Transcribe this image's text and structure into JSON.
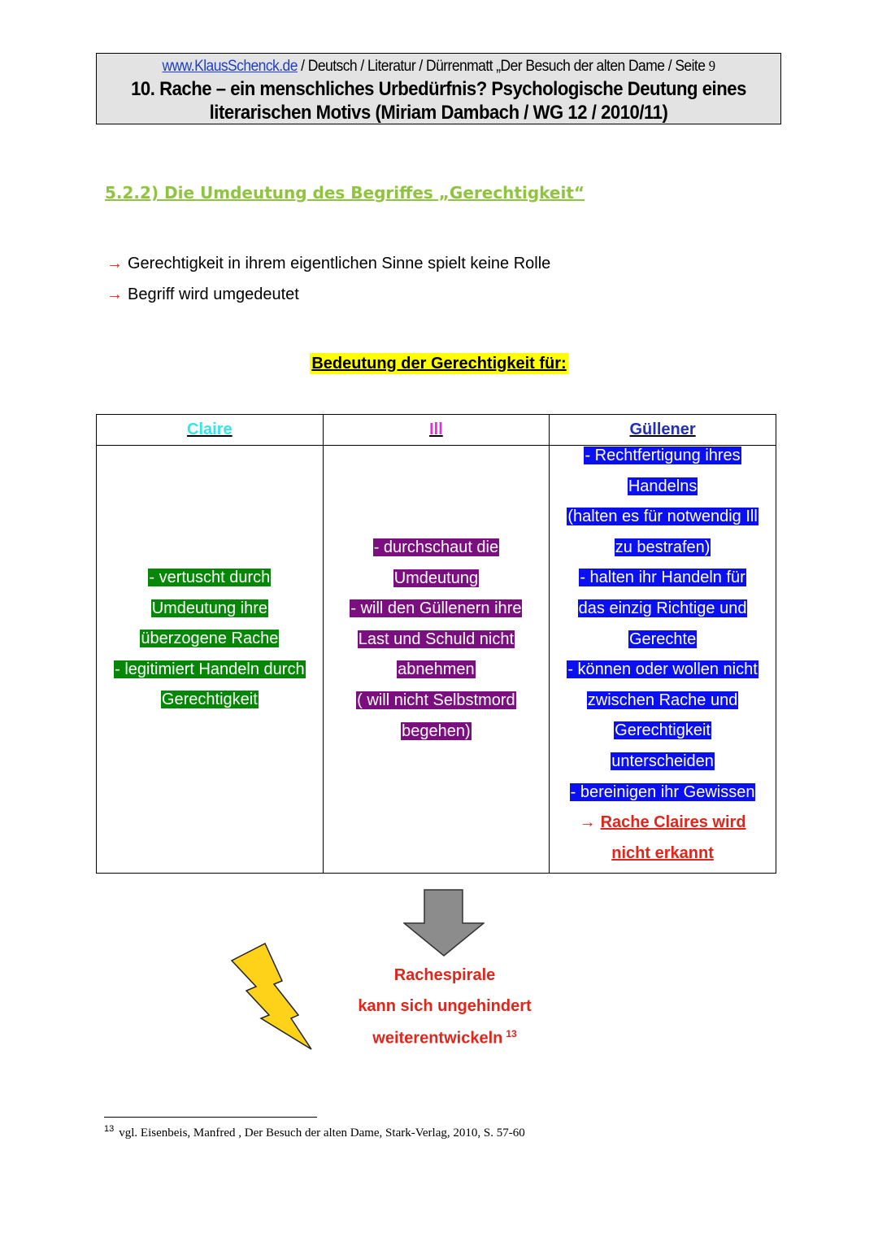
{
  "header": {
    "site": "www.KlausSchenck.de",
    "breadcrumb": " / Deutsch / Literatur / Dürrenmatt „Der Besuch der alten Dame / Seite ",
    "page_number": "9",
    "title_line1": "10. Rache – ein menschliches Urbedürfnis? Psychologische Deutung eines",
    "title_line2": "literarischen Motivs (Miriam Dambach / WG 12 / 2010/11)"
  },
  "section_heading": "5.2.2) Die Umdeutung des Begriffes „Gerechtigkeit“",
  "bullets": [
    "Gerechtigkeit in ihrem eigentlichen Sinne spielt keine Rolle",
    "Begriff wird umgedeutet"
  ],
  "arrow_glyph": "→",
  "table_heading": "Bedeutung der Gerechtigkeit für:",
  "table": {
    "headers": [
      {
        "label": "Claire",
        "color": "#33e6ea"
      },
      {
        "label": "Ill",
        "color": "#e22fd8"
      },
      {
        "label": "Güllener",
        "color": "#1f2fb8"
      }
    ],
    "claire_lines": [
      "- vertuscht durch",
      "Umdeutung ihre",
      "überzogene Rache",
      "- legitimiert Handeln durch",
      "Gerechtigkeit"
    ],
    "ill_lines": [
      "- durchschaut die",
      "Umdeutung",
      "- will den Güllenern ihre",
      "Last und Schuld nicht",
      "abnehmen",
      "( will nicht Selbstmord",
      "begehen)"
    ],
    "guellener_lines": [
      "- Rechtfertigung ihres",
      "Handelns",
      "(halten es für notwendig Ill",
      "zu bestrafen)",
      "- halten ihr Handeln für",
      "das einzig Richtige und",
      "Gerechte",
      "- können oder wollen nicht",
      "zwischen Rache und",
      "Gerechtigkeit",
      "unterscheiden",
      "- bereinigen ihr Gewissen"
    ],
    "guellener_conclusion": [
      "Rache Claires wird",
      "nicht erkannt"
    ]
  },
  "result": {
    "lines": [
      "Rachespirale",
      "kann sich ungehindert",
      "weiterentwickeln"
    ],
    "footnote_ref": "13"
  },
  "footnote": {
    "number": "13",
    "text": "vgl. Eisenbeis, Manfred , Der Besuch der alten Dame, Stark-Verlag, 2010, S. 57-60"
  },
  "colors": {
    "green_highlight": "#078707",
    "purple_highlight": "#7c0f80",
    "blue_highlight": "#0a10f0",
    "red_text": "#e0261b",
    "heading_green": "#8fc43f",
    "yellow_highlight": "#ffff00",
    "lightning": "#ffd21a",
    "arrow_gray": "#8c8c8c"
  },
  "icons": [
    "down-arrow-icon",
    "lightning-icon"
  ]
}
